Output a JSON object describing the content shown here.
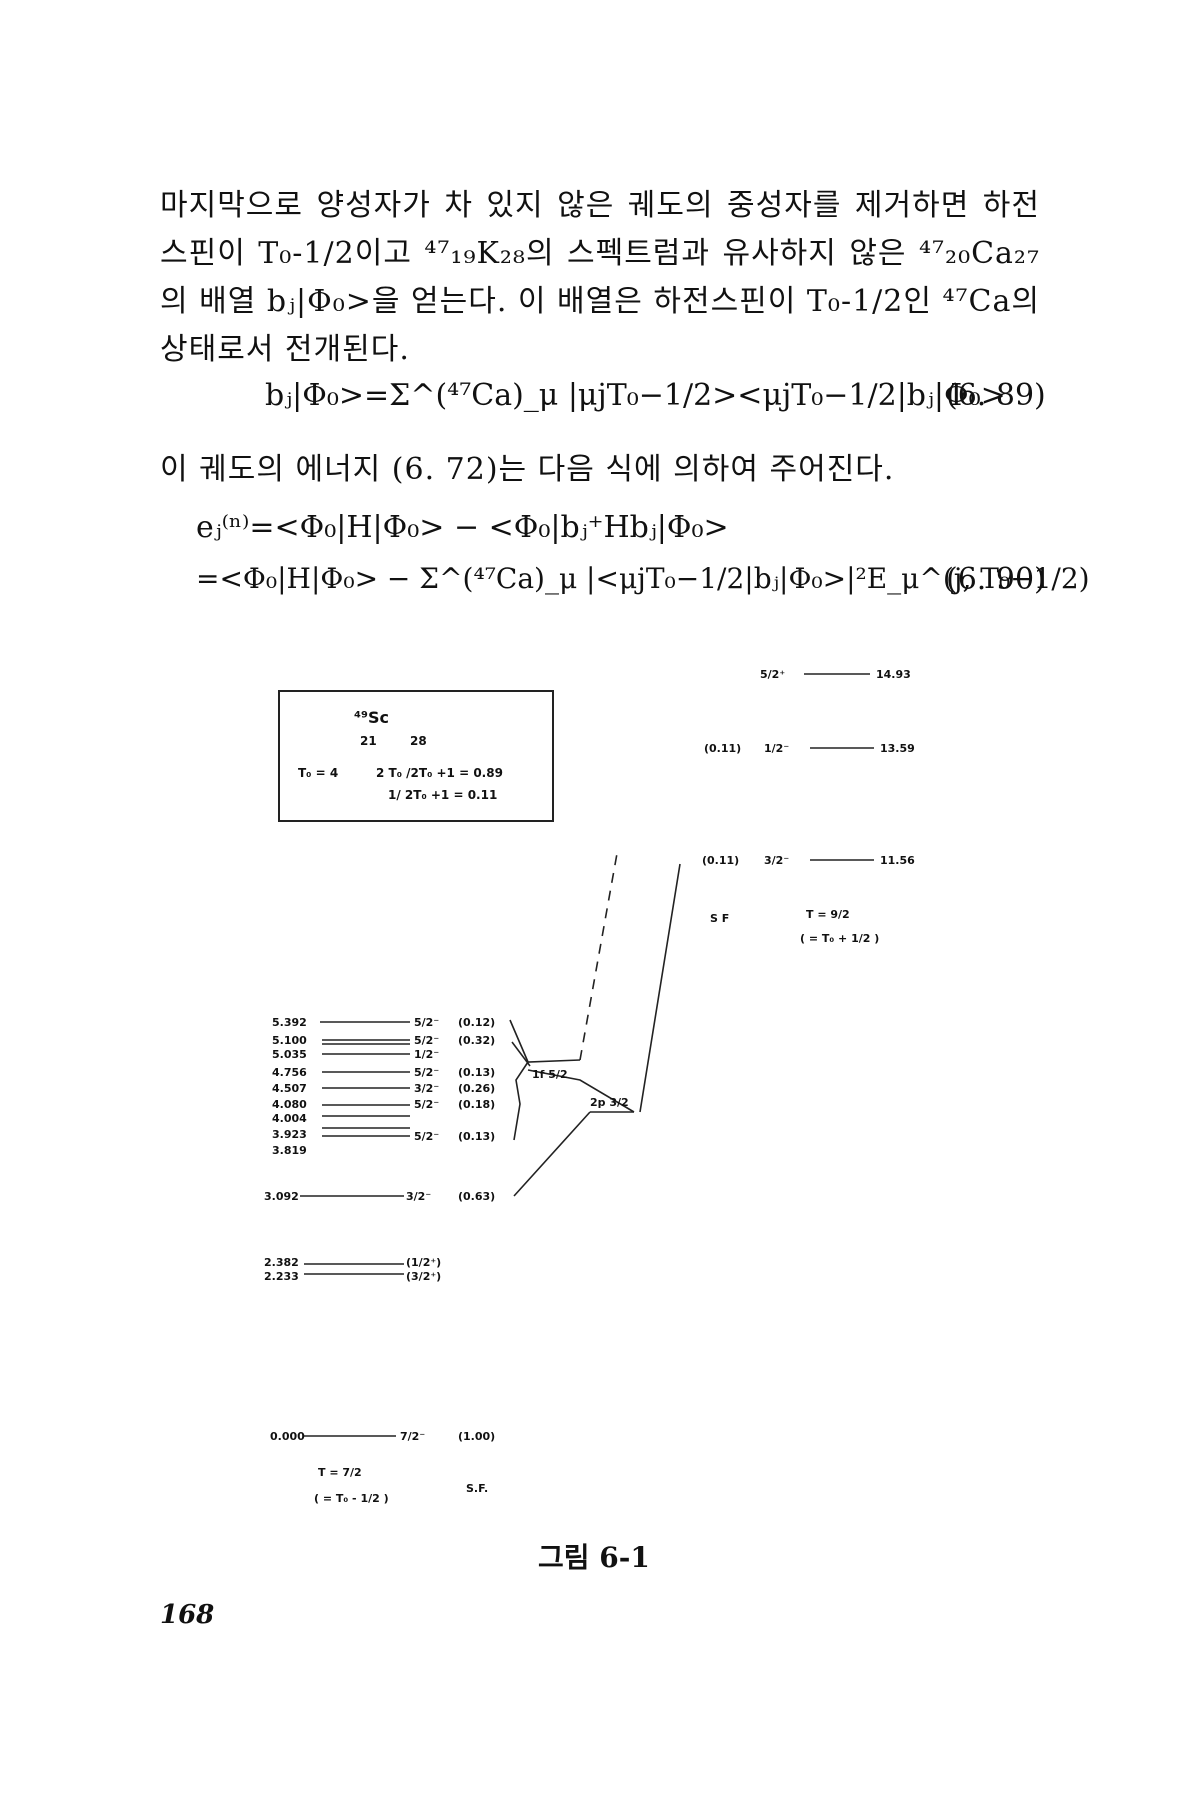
{
  "paragraph1": "마지막으로 양성자가 차 있지 않은 궤도의 중성자를 제거하면 하전스핀이 T₀-1/2이고 ⁴⁷₁₉K₂₈의 스펙트럼과 유사하지 않은 ⁴⁷₂₀Ca₂₇의 배열 bⱼ|Φ₀>을 얻는다. 이 배열은 하전스핀이 T₀-1/2인 ⁴⁷Ca의 상태로서 전개된다.",
  "eq89": "bⱼ|Φ₀>=Σ^(⁴⁷Ca)_μ |μjT₀−1/2><μjT₀−1/2|bⱼ|Φ₀>",
  "eq89_num": "(6. 89)",
  "paragraph2": "이 궤도의 에너지 (6. 72)는 다음 식에 의하여 주어진다.",
  "eq90_line1": "eⱼ⁽ⁿ⁾=<Φ₀|H|Φ₀> − <Φ₀|bⱼ⁺Hbⱼ|Φ₀>",
  "eq90_line2": "=<Φ₀|H|Φ₀> − Σ^(⁴⁷Ca)_μ |<μjT₀−1/2|bⱼ|Φ₀>|²E_μ^(j, T₀−1/2)",
  "eq90_num": "(6. 90)",
  "figure": {
    "box": {
      "nucleus": "⁴⁹Sc",
      "z": "21",
      "n": "28",
      "t0": "T₀ = 4",
      "ratio1": "2 T₀ /2T₀ +1 = 0.89",
      "ratio2": "1/ 2T₀ +1 = 0.11"
    },
    "left_levels": [
      {
        "energy": "5.392",
        "spin": "5/2⁻",
        "sf": "(0.12)"
      },
      {
        "energy": "5.100",
        "spin": "5/2⁻",
        "sf": "(0.32)"
      },
      {
        "energy": "5.035",
        "spin": "1/2⁻",
        "sf": ""
      },
      {
        "energy": "4.756",
        "spin": "5/2⁻",
        "sf": "(0.13)"
      },
      {
        "energy": "4.507",
        "spin": "3/2⁻",
        "sf": "(0.26)"
      },
      {
        "energy": "4.080",
        "spin": "5/2⁻",
        "sf": "(0.18)"
      },
      {
        "energy": "4.004",
        "spin": "",
        "sf": ""
      },
      {
        "energy": "3.923",
        "spin": "5/2⁻",
        "sf": "(0.13)"
      },
      {
        "energy": "3.819",
        "spin": "",
        "sf": ""
      },
      {
        "energy": "3.092",
        "spin": "3/2⁻",
        "sf": "(0.63)"
      },
      {
        "energy": "2.382",
        "spin": "(1/2⁺)",
        "sf": ""
      },
      {
        "energy": "2.233",
        "spin": "(3/2⁺)",
        "sf": ""
      },
      {
        "energy": "0.000",
        "spin": "7/2⁻",
        "sf": "(1.00)"
      }
    ],
    "right_levels": [
      {
        "energy": "14.93",
        "spin": "5/2⁺",
        "sf": ""
      },
      {
        "energy": "13.59",
        "spin": "1/2⁻",
        "sf": "(0.11)"
      },
      {
        "energy": "11.56",
        "spin": "3/2⁻",
        "sf": "(0.11)"
      }
    ],
    "orbit_f52": "1f 5/2",
    "orbit_p32": "2p 3/2",
    "sf_right": "S F",
    "t_right": "T = 9/2",
    "t_right_sub": "( = T₀ + 1/2 )",
    "t_left": "T = 7/2",
    "t_left_sub": "( = T₀ - 1/2 )",
    "sf_left": "S.F."
  },
  "caption": "그림 6-1",
  "page_number": "168"
}
